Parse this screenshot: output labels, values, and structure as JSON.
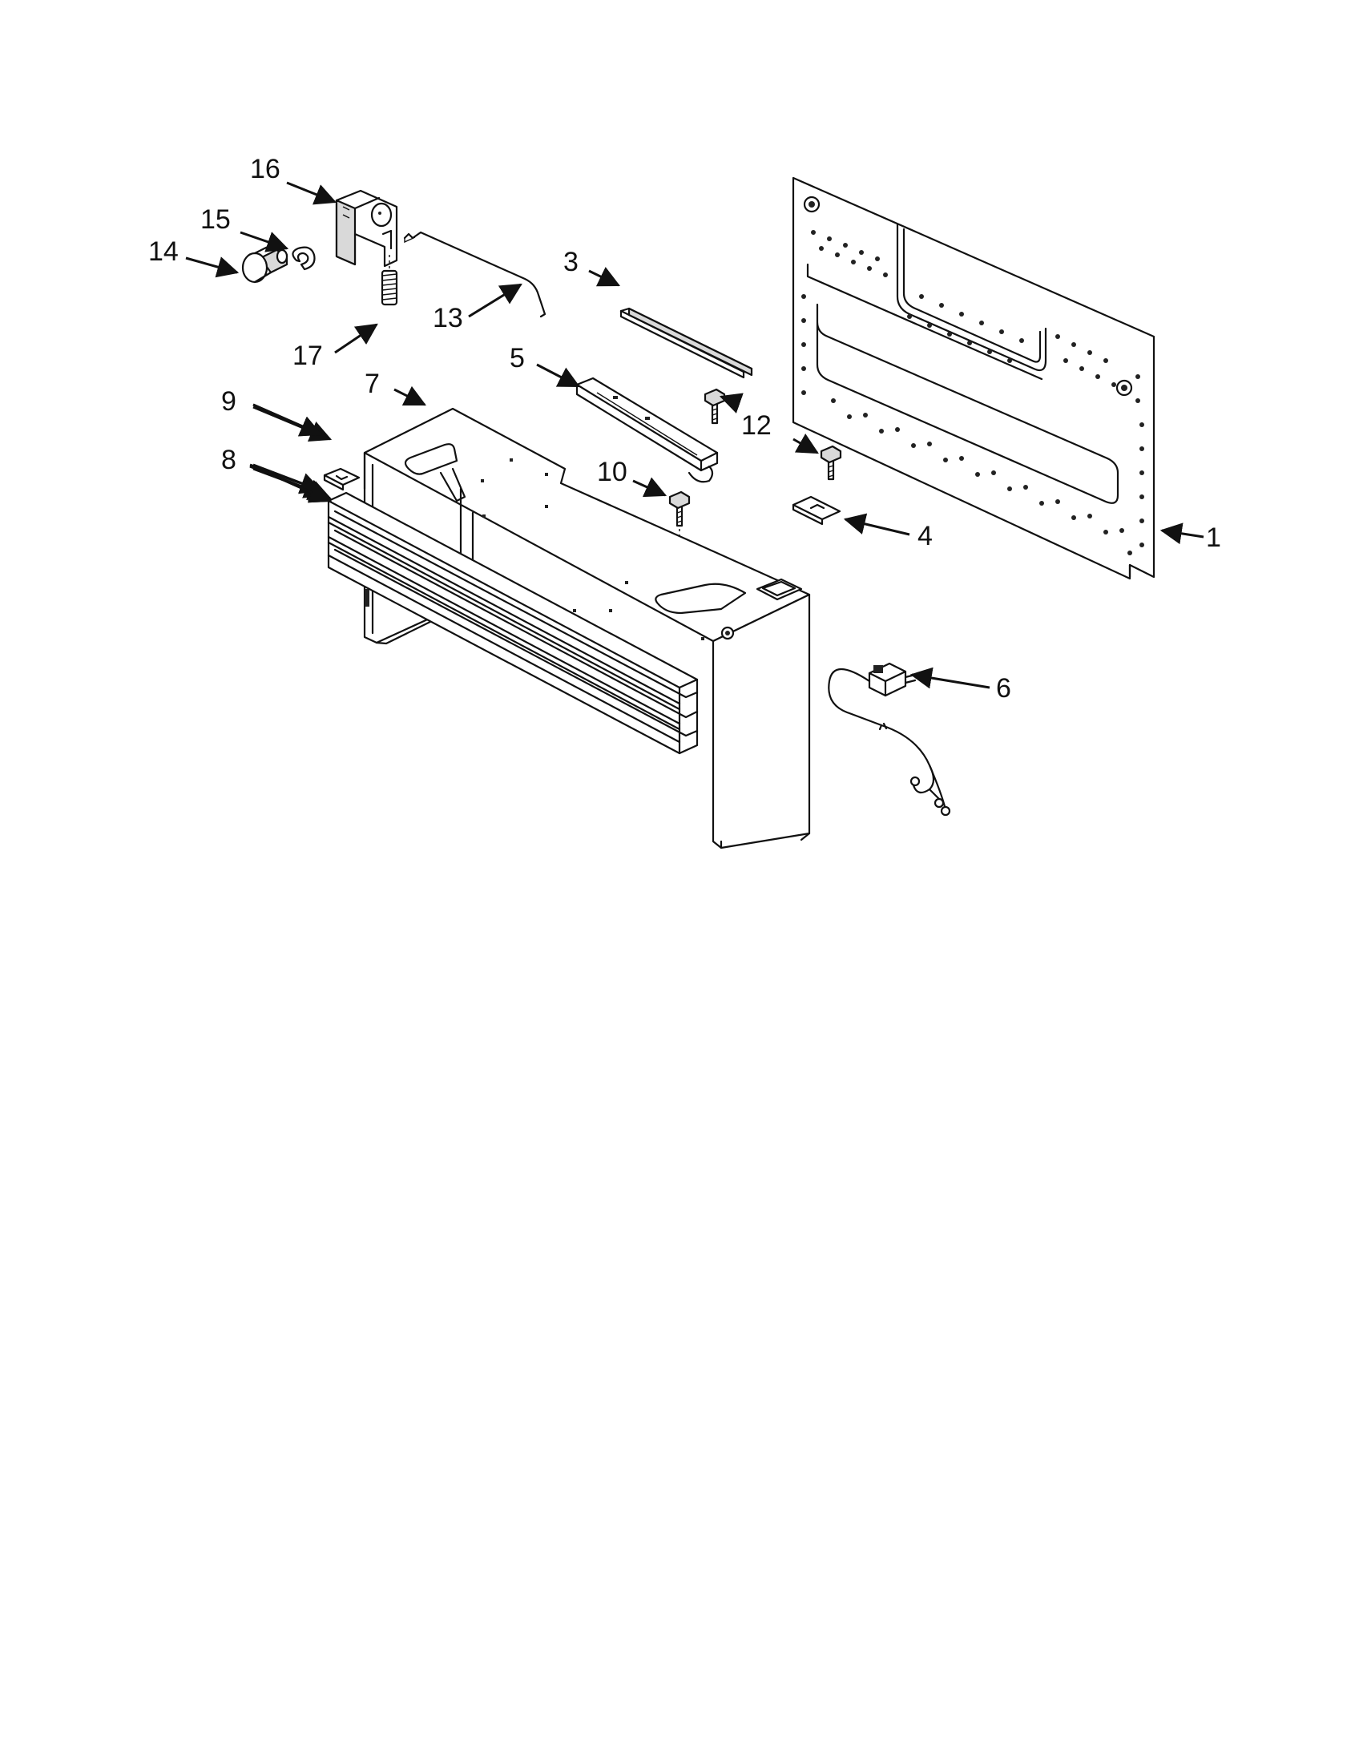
{
  "callouts": {
    "c1": "1",
    "c3": "3",
    "c4": "4",
    "c5": "5",
    "c6": "6",
    "c7": "7",
    "c8": "8",
    "c9": "9",
    "c10": "10",
    "c12": "12",
    "c13": "13",
    "c14": "14",
    "c15": "15",
    "c16": "16",
    "c17": "17"
  }
}
